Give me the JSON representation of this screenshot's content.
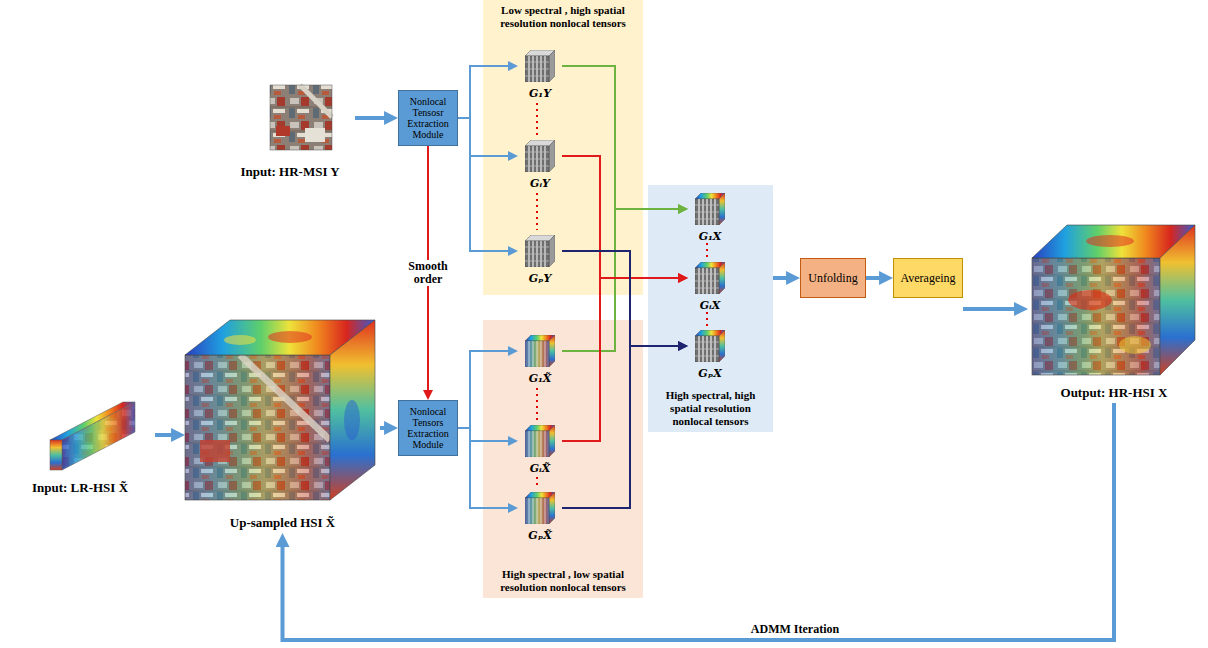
{
  "diagram": {
    "nodes": [
      {
        "text": [
          "Input: HR-MSI Y"
        ]
      },
      {
        "text": [
          "Nonlocal Tensosr Extraction Module"
        ]
      },
      {
        "text": [
          "Low spectral , high spatial resolution nonlocal tensors"
        ]
      },
      {
        "text": [
          "G₁Y"
        ],
        "in": 2
      },
      {
        "text": [
          "GᵢY"
        ],
        "in": 2
      },
      {
        "text": [
          "GₚY"
        ],
        "in": 2
      },
      {
        "text": [
          "Input: LR-HSI X̃"
        ]
      },
      {
        "text": [
          "Up-sampled HSI X̃"
        ]
      },
      {
        "text": [
          "Nonlocal Tensors Extraction Module"
        ]
      },
      {
        "text": [
          "High spectral , low spatial resolution nonlocal tensors"
        ]
      },
      {
        "text": [
          "G₁X̃"
        ],
        "in": 9
      },
      {
        "text": [
          "GᵢX̃"
        ],
        "in": 9
      },
      {
        "text": [
          "GₚX̃"
        ],
        "in": 9
      },
      {
        "text": [
          "High spectral, high spatial resolution nonlocal tensors"
        ]
      },
      {
        "text": [
          "G₁X"
        ],
        "in": 13
      },
      {
        "text": [
          "GᵢX"
        ],
        "in": 13
      },
      {
        "text": [
          "GₚX"
        ],
        "in": 13
      },
      {
        "text": [
          "Unfolding"
        ]
      },
      {
        "text": [
          "Averageing"
        ]
      },
      {
        "text": [
          "Output: HR-HSI X"
        ]
      }
    ],
    "edges": [
      {
        "from": 0,
        "to": 1,
        "arrow": "to"
      },
      {
        "from": 1,
        "to": 3,
        "arrow": "to"
      },
      {
        "from": 1,
        "to": 4,
        "arrow": "to"
      },
      {
        "from": 1,
        "to": 5,
        "arrow": "to"
      },
      {
        "from": 1,
        "to": 8,
        "label": "Smooth order",
        "arrow": "to"
      },
      {
        "from": 6,
        "to": 7,
        "arrow": "to"
      },
      {
        "from": 7,
        "to": 8,
        "arrow": "to"
      },
      {
        "from": 8,
        "to": 10,
        "arrow": "to"
      },
      {
        "from": 8,
        "to": 11,
        "arrow": "to"
      },
      {
        "from": 8,
        "to": 12,
        "arrow": "to"
      },
      {
        "from": 3,
        "to": 14,
        "arrow": "to"
      },
      {
        "from": 10,
        "to": 14,
        "arrow": "to"
      },
      {
        "from": 4,
        "to": 15,
        "arrow": "to"
      },
      {
        "from": 11,
        "to": 15,
        "arrow": "to"
      },
      {
        "from": 5,
        "to": 16,
        "arrow": "to"
      },
      {
        "from": 12,
        "to": 16,
        "arrow": "to"
      },
      {
        "from": 13,
        "to": 17,
        "arrow": "to"
      },
      {
        "from": 17,
        "to": 18,
        "arrow": "to"
      },
      {
        "from": 18,
        "to": 19,
        "arrow": "to"
      },
      {
        "from": 19,
        "to": 7,
        "label": "ADMM Iteration",
        "arrow": "to"
      }
    ]
  }
}
